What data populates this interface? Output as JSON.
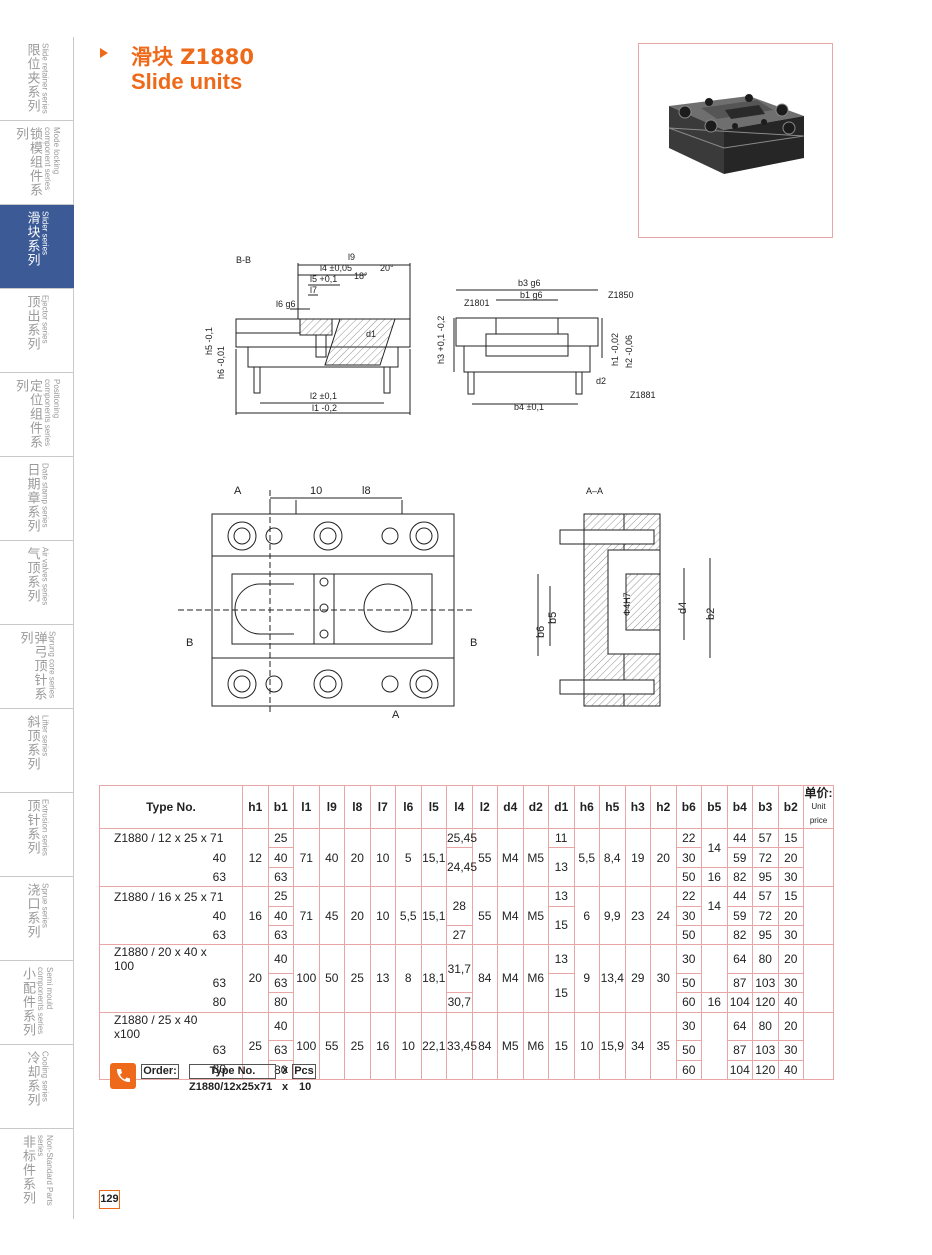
{
  "sidebar": {
    "items": [
      {
        "cn": "限位夹系列",
        "en": "Slide retainer series"
      },
      {
        "cn": "锁模组件系列",
        "en": "Mode locking component series"
      },
      {
        "cn": "滑块系列",
        "en": "Slider series",
        "active": true
      },
      {
        "cn": "顶出系列",
        "en": "Ejector series"
      },
      {
        "cn": "定位组件系列",
        "en": "Positioning components series"
      },
      {
        "cn": "日期章系列",
        "en": "Date stamp series"
      },
      {
        "cn": "气顶系列",
        "en": "Air valves series"
      },
      {
        "cn": "弹弓顶针系列",
        "en": "Sprung core series"
      },
      {
        "cn": "斜顶系列",
        "en": "Lifter series"
      },
      {
        "cn": "顶针系列",
        "en": "Extrusion series"
      },
      {
        "cn": "浇口系列",
        "en": "Sprue series"
      },
      {
        "cn": "小配件系列",
        "en": "Semi mould components series"
      },
      {
        "cn": "冷却系列",
        "en": "Cooling series"
      },
      {
        "cn": "非标件系列",
        "en": "Non-Standard Parts series"
      }
    ]
  },
  "header": {
    "title_cn": "滑块 Z1880",
    "title_en": "Slide units"
  },
  "drawing_labels": {
    "bb": {
      "section": "B-B",
      "l9": "l9",
      "l4": "l4 ±0,05",
      "l5": "l5 +0,1",
      "l7": "l7",
      "l6": "l6 g6",
      "angle1": "18°",
      "angle2": "20°",
      "d1": "d1",
      "h5": "h5 -0,1",
      "h6": "h6 -0,01",
      "l2": "l2 ±0,1",
      "l1": "l1 -0,2"
    },
    "side": {
      "b3": "b3 g6",
      "b1": "b1 g6",
      "z1801": "Z1801",
      "z1850": "Z1850",
      "h3": "h3 +0,1 -0,2",
      "h1": "h1 -0,02",
      "h2": "h2 -0,06",
      "d2": "d2",
      "b4": "b4 ±0,1",
      "z1881": "Z1881"
    },
    "plan": {
      "a_top": "A",
      "dim10": "10",
      "l8": "l8",
      "b_left": "B",
      "b_right": "B",
      "a_bottom": "A"
    },
    "aa": {
      "section": "A–A",
      "b5": "b5",
      "b6": "b6",
      "phi": "Φ4H7",
      "d4": "d4",
      "b2": "b2"
    }
  },
  "table": {
    "headers": [
      "Type No.",
      "h1",
      "b1",
      "l1",
      "l9",
      "l8",
      "l7",
      "l6",
      "l5",
      "l4",
      "l2",
      "d4",
      "d2",
      "d1",
      "h6",
      "h5",
      "h3",
      "h2",
      "b6",
      "b5",
      "b4",
      "b3",
      "b2"
    ],
    "unit_price_cn": "单价:",
    "unit_price_en": "Unit price",
    "groups": [
      {
        "types": [
          "Z1880 / 12 x 25 x  71",
          "40",
          "63"
        ],
        "h1": "12",
        "l1": "71",
        "l9": "40",
        "l8": "20",
        "l7": "10",
        "l6": "5",
        "l5": "15,1",
        "l4": [
          "25,45",
          "24,45"
        ],
        "l2": "55",
        "d4": "M4",
        "d2": "M5",
        "d1": [
          "11",
          "13"
        ],
        "h6": "5,5",
        "h5": "8,4",
        "h3": "19",
        "h2": "20",
        "b1": [
          "25",
          "40",
          "63"
        ],
        "b6": [
          "22",
          "30",
          "50"
        ],
        "b5": [
          "14",
          "16"
        ],
        "b4": [
          "44",
          "59",
          "82"
        ],
        "b3": [
          "57",
          "72",
          "95"
        ],
        "b2": [
          "15",
          "20",
          "30"
        ]
      },
      {
        "types": [
          "Z1880 / 16 x 25 x  71",
          "40",
          "63"
        ],
        "h1": "16",
        "l1": "71",
        "l9": "45",
        "l8": "20",
        "l7": "10",
        "l6": "5,5",
        "l5": "15,1",
        "l4": [
          "28",
          "27"
        ],
        "l2": "55",
        "d4": "M4",
        "d2": "M5",
        "d1": [
          "13",
          "15"
        ],
        "h6": "6",
        "h5": "9,9",
        "h3": "23",
        "h2": "24",
        "b1": [
          "25",
          "40",
          "63"
        ],
        "b6": [
          "22",
          "30",
          "50"
        ],
        "b5": [
          "14"
        ],
        "b4": [
          "44",
          "59",
          "82"
        ],
        "b3": [
          "57",
          "72",
          "95"
        ],
        "b2": [
          "15",
          "20",
          "30"
        ]
      },
      {
        "types": [
          "Z1880 / 20 x 40 x 100",
          "63",
          "80"
        ],
        "h1": "20",
        "l1": "100",
        "l9": "50",
        "l8": "25",
        "l7": "13",
        "l6": "8",
        "l5": "18,1",
        "l4": [
          "31,7",
          "30,7"
        ],
        "l2": "84",
        "d4": "M4",
        "d2": "M6",
        "d1": [
          "13",
          "15"
        ],
        "h6": "9",
        "h5": "13,4",
        "h3": "29",
        "h2": "30",
        "b1": [
          "40",
          "63",
          "80"
        ],
        "b6": [
          "30",
          "50",
          "60"
        ],
        "b5": [
          "16"
        ],
        "b4": [
          "64",
          "87",
          "104"
        ],
        "b3": [
          "80",
          "103",
          "120"
        ],
        "b2": [
          "20",
          "30",
          "40"
        ]
      },
      {
        "types": [
          "Z1880 / 25 x 40  x100",
          "63",
          "80"
        ],
        "h1": "25",
        "l1": "100",
        "l9": "55",
        "l8": "25",
        "l7": "16",
        "l6": "10",
        "l5": "22,1",
        "l4": [
          "33,45"
        ],
        "l2": "84",
        "d4": "M5",
        "d2": "M6",
        "d1": [
          "15"
        ],
        "h6": "10",
        "h5": "15,9",
        "h3": "34",
        "h2": "35",
        "b1": [
          "40",
          "63",
          "80"
        ],
        "b6": [
          "30",
          "50",
          "60"
        ],
        "b5": [],
        "b4": [
          "64",
          "87",
          "104"
        ],
        "b3": [
          "80",
          "103",
          "120"
        ],
        "b2": [
          "20",
          "30",
          "40"
        ]
      }
    ]
  },
  "order": {
    "label": "Order:",
    "type_label": "Type No.",
    "x": "x",
    "pcs_label": "Pcs",
    "example_type": "Z1880/12x25x71",
    "example_qty": "10",
    "icon": "phone-icon"
  },
  "page_number": "129",
  "colors": {
    "accent": "#ee6a1a",
    "sidebar_active": "#3b5a96",
    "table_border": "#e8a6a6",
    "sidebar_text": "#9a9a9a"
  }
}
